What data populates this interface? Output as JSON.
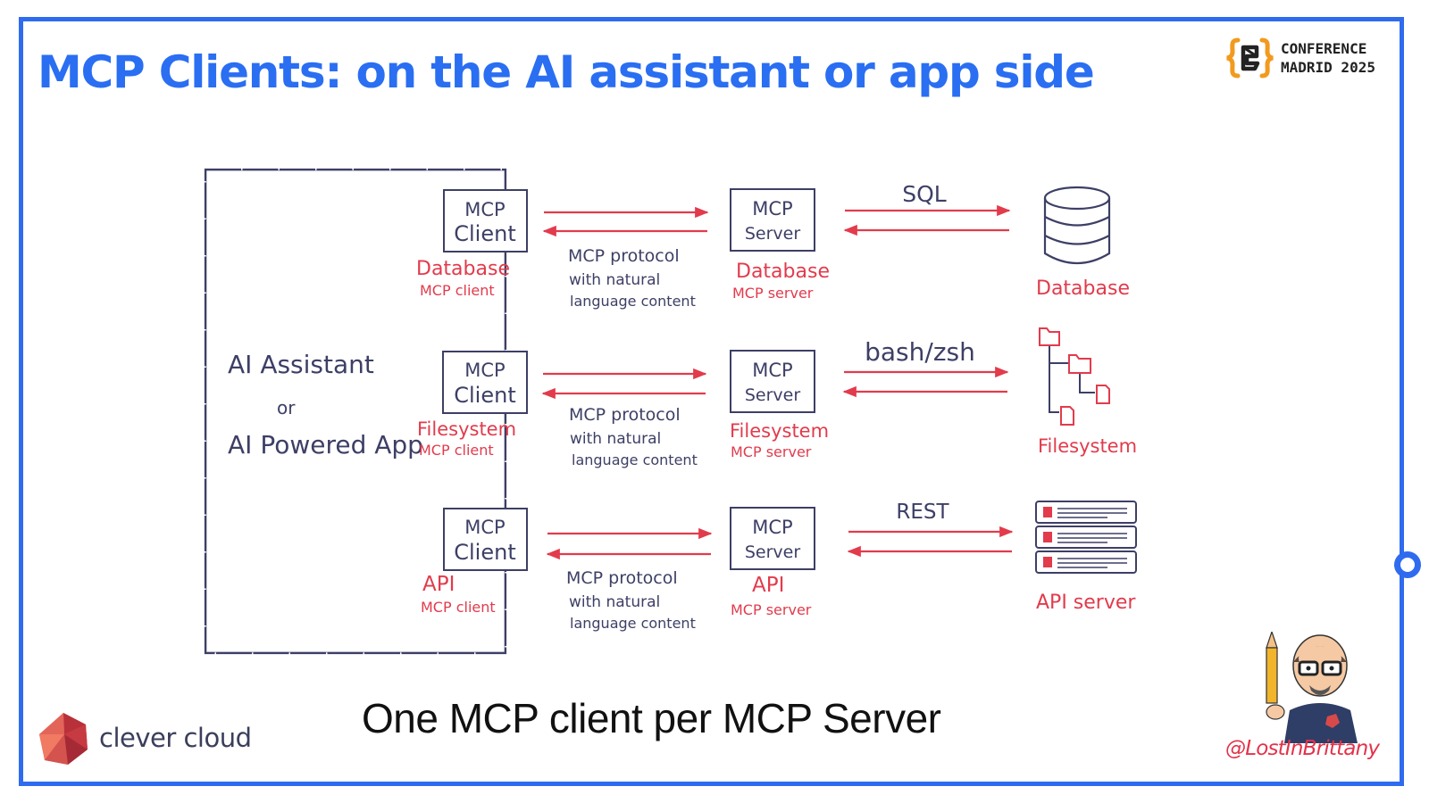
{
  "slide": {
    "title": "MCP Clients: on the AI assistant or app side",
    "subtitle": "One MCP client per MCP Server",
    "conference": {
      "line1": "CONFERENCE",
      "line2": "MADRID 2025"
    },
    "brand": "clever cloud",
    "handle": "@LostInBrittany",
    "accent_color": "#2f6bef",
    "diagram_ink_color": "#3d3f66",
    "diagram_red_color": "#e23b4c"
  },
  "diagram": {
    "host": {
      "line1": "AI Assistant",
      "line2": "or",
      "line3": "AI Powered App"
    },
    "rows": [
      {
        "client_box": {
          "line1": "MCP",
          "line2": "Client"
        },
        "client_caption": {
          "line1": "Database",
          "line2": "MCP client"
        },
        "protocol": {
          "line1": "MCP protocol",
          "line2": "with natural",
          "line3": "language content"
        },
        "server_box": {
          "line1": "MCP",
          "line2": "Server"
        },
        "server_caption": {
          "line1": "Database",
          "line2": "MCP server"
        },
        "link_label": "SQL",
        "resource_label": "Database",
        "resource_icon": "database-cylinder-icon"
      },
      {
        "client_box": {
          "line1": "MCP",
          "line2": "Client"
        },
        "client_caption": {
          "line1": "Filesystem",
          "line2": "MCP client"
        },
        "protocol": {
          "line1": "MCP protocol",
          "line2": "with natural",
          "line3": "language content"
        },
        "server_box": {
          "line1": "MCP",
          "line2": "Server"
        },
        "server_caption": {
          "line1": "Filesystem",
          "line2": "MCP server"
        },
        "link_label": "bash/zsh",
        "resource_label": "Filesystem",
        "resource_icon": "folder-tree-icon"
      },
      {
        "client_box": {
          "line1": "MCP",
          "line2": "Client"
        },
        "client_caption": {
          "line1": "API",
          "line2": "MCP client"
        },
        "protocol": {
          "line1": "MCP protocol",
          "line2": "with natural",
          "line3": "language content"
        },
        "server_box": {
          "line1": "MCP",
          "line2": "Server"
        },
        "server_caption": {
          "line1": "API",
          "line2": "MCP server"
        },
        "link_label": "REST",
        "resource_label": "API server",
        "resource_icon": "server-rack-icon"
      }
    ]
  }
}
